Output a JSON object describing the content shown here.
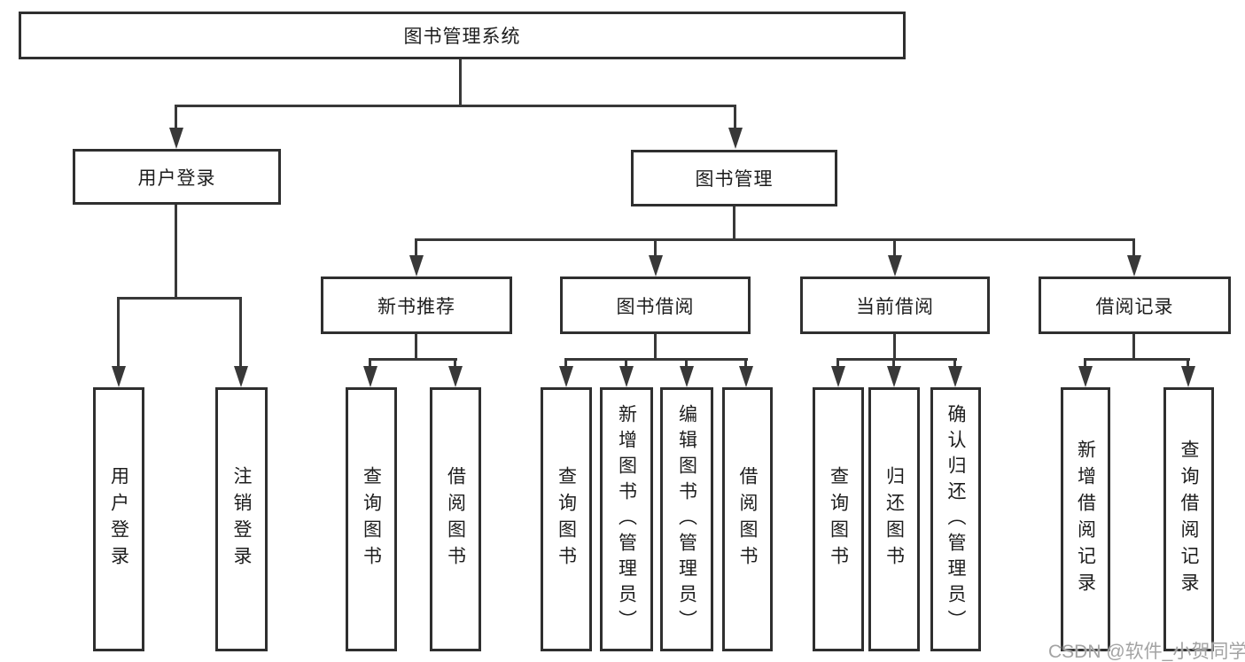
{
  "title": "图书管理系统",
  "watermark": "CSDN @软件_小贺同学",
  "colors": {
    "line": "#383838",
    "box_border": "#2f2f2f",
    "text": "#1d1d1d",
    "background": "#ffffff",
    "watermark": "#a3a3a3"
  },
  "nodes": {
    "root": {
      "label": "图书管理系统",
      "level": 1
    },
    "user_login": {
      "label": "用户登录",
      "level": 2
    },
    "book_mgmt": {
      "label": "图书管理",
      "level": 2
    },
    "new_book_rec": {
      "label": "新书推荐",
      "level": 3
    },
    "book_borrow": {
      "label": "图书借阅",
      "level": 3
    },
    "current_borrow": {
      "label": "当前借阅",
      "level": 3
    },
    "borrow_record": {
      "label": "借阅记录",
      "level": 3
    },
    "leaf_user_login": {
      "label": "用户登录",
      "level": 4
    },
    "leaf_logout": {
      "label": "注销登录",
      "level": 4
    },
    "leaf_query_book_1": {
      "label": "查询图书",
      "level": 4
    },
    "leaf_borrow_book_1": {
      "label": "借阅图书",
      "level": 4
    },
    "leaf_query_book_2": {
      "label": "查询图书",
      "level": 4
    },
    "leaf_add_book": {
      "label": "新增图书（管理员）",
      "level": 4
    },
    "leaf_edit_book": {
      "label": "编辑图书（管理员）",
      "level": 4
    },
    "leaf_borrow_book_2": {
      "label": "借阅图书",
      "level": 4
    },
    "leaf_query_book_3": {
      "label": "查询图书",
      "level": 4
    },
    "leaf_return_book": {
      "label": "归还图书",
      "level": 4
    },
    "leaf_confirm_return": {
      "label": "确认归还（管理员）",
      "level": 4
    },
    "leaf_add_record": {
      "label": "新增借阅记录",
      "level": 4
    },
    "leaf_query_record": {
      "label": "查询借阅记录",
      "level": 4
    }
  },
  "edges": [
    {
      "parent": "root",
      "children": [
        "user_login",
        "book_mgmt"
      ]
    },
    {
      "parent": "user_login",
      "children": [
        "leaf_user_login",
        "leaf_logout"
      ]
    },
    {
      "parent": "book_mgmt",
      "children": [
        "new_book_rec",
        "book_borrow",
        "current_borrow",
        "borrow_record"
      ]
    },
    {
      "parent": "new_book_rec",
      "children": [
        "leaf_query_book_1",
        "leaf_borrow_book_1"
      ]
    },
    {
      "parent": "book_borrow",
      "children": [
        "leaf_query_book_2",
        "leaf_add_book",
        "leaf_edit_book",
        "leaf_borrow_book_2"
      ]
    },
    {
      "parent": "current_borrow",
      "children": [
        "leaf_query_book_3",
        "leaf_return_book",
        "leaf_confirm_return"
      ]
    },
    {
      "parent": "borrow_record",
      "children": [
        "leaf_add_record",
        "leaf_query_record"
      ]
    }
  ]
}
